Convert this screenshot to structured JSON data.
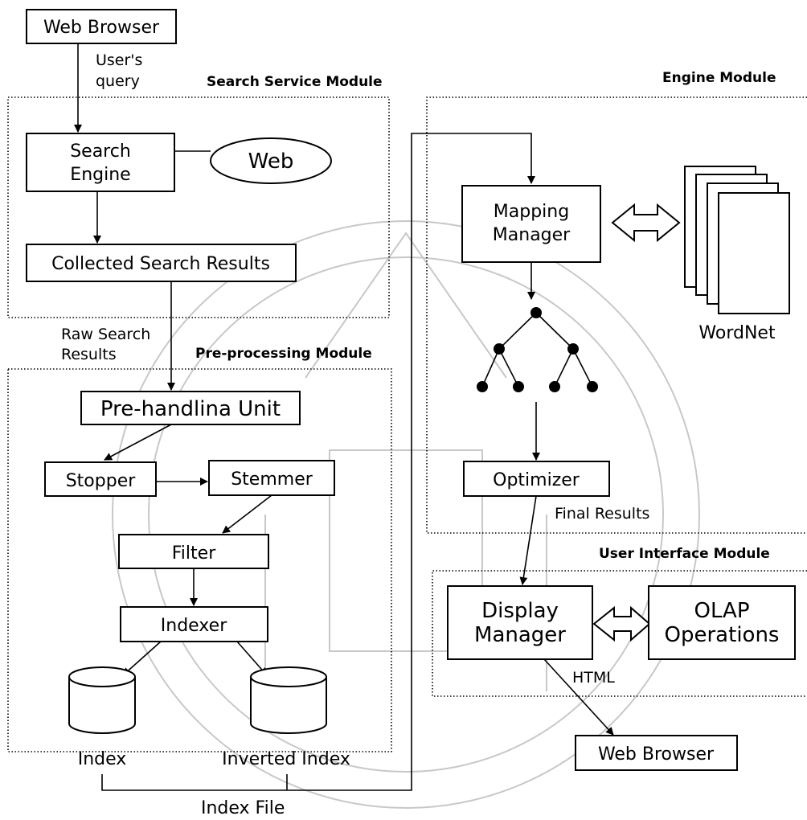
{
  "modules": {
    "search_service": "Search Service Module",
    "pre_processing": "Pre-processing Module",
    "engine": "Engine Module",
    "user_interface": "User Interface Module"
  },
  "nodes": {
    "web_browser_top": "Web Browser",
    "search_engine_line1": "Search",
    "search_engine_line2": "Engine",
    "web": "Web",
    "collected_results": "Collected Search Results",
    "pre_handling": "Pre-handlina Unit",
    "stopper": "Stopper",
    "stemmer": "Stemmer",
    "filter": "Filter",
    "indexer": "Indexer",
    "index": "Index",
    "inverted_index": "Inverted Index",
    "mapping_line1": "Mapping",
    "mapping_line2": "Manager",
    "wordnet": "WordNet",
    "optimizer": "Optimizer",
    "display_line1": "Display",
    "display_line2": "Manager",
    "olap_line1": "OLAP",
    "olap_line2": "Operations",
    "web_browser_bottom": "Web Browser"
  },
  "edge_labels": {
    "users_query_line1": "User's",
    "users_query_line2": "query",
    "raw_results_line1": "Raw Search",
    "raw_results_line2": "Results",
    "final_results": "Final Results",
    "html": "HTML",
    "index_file": "Index File"
  }
}
